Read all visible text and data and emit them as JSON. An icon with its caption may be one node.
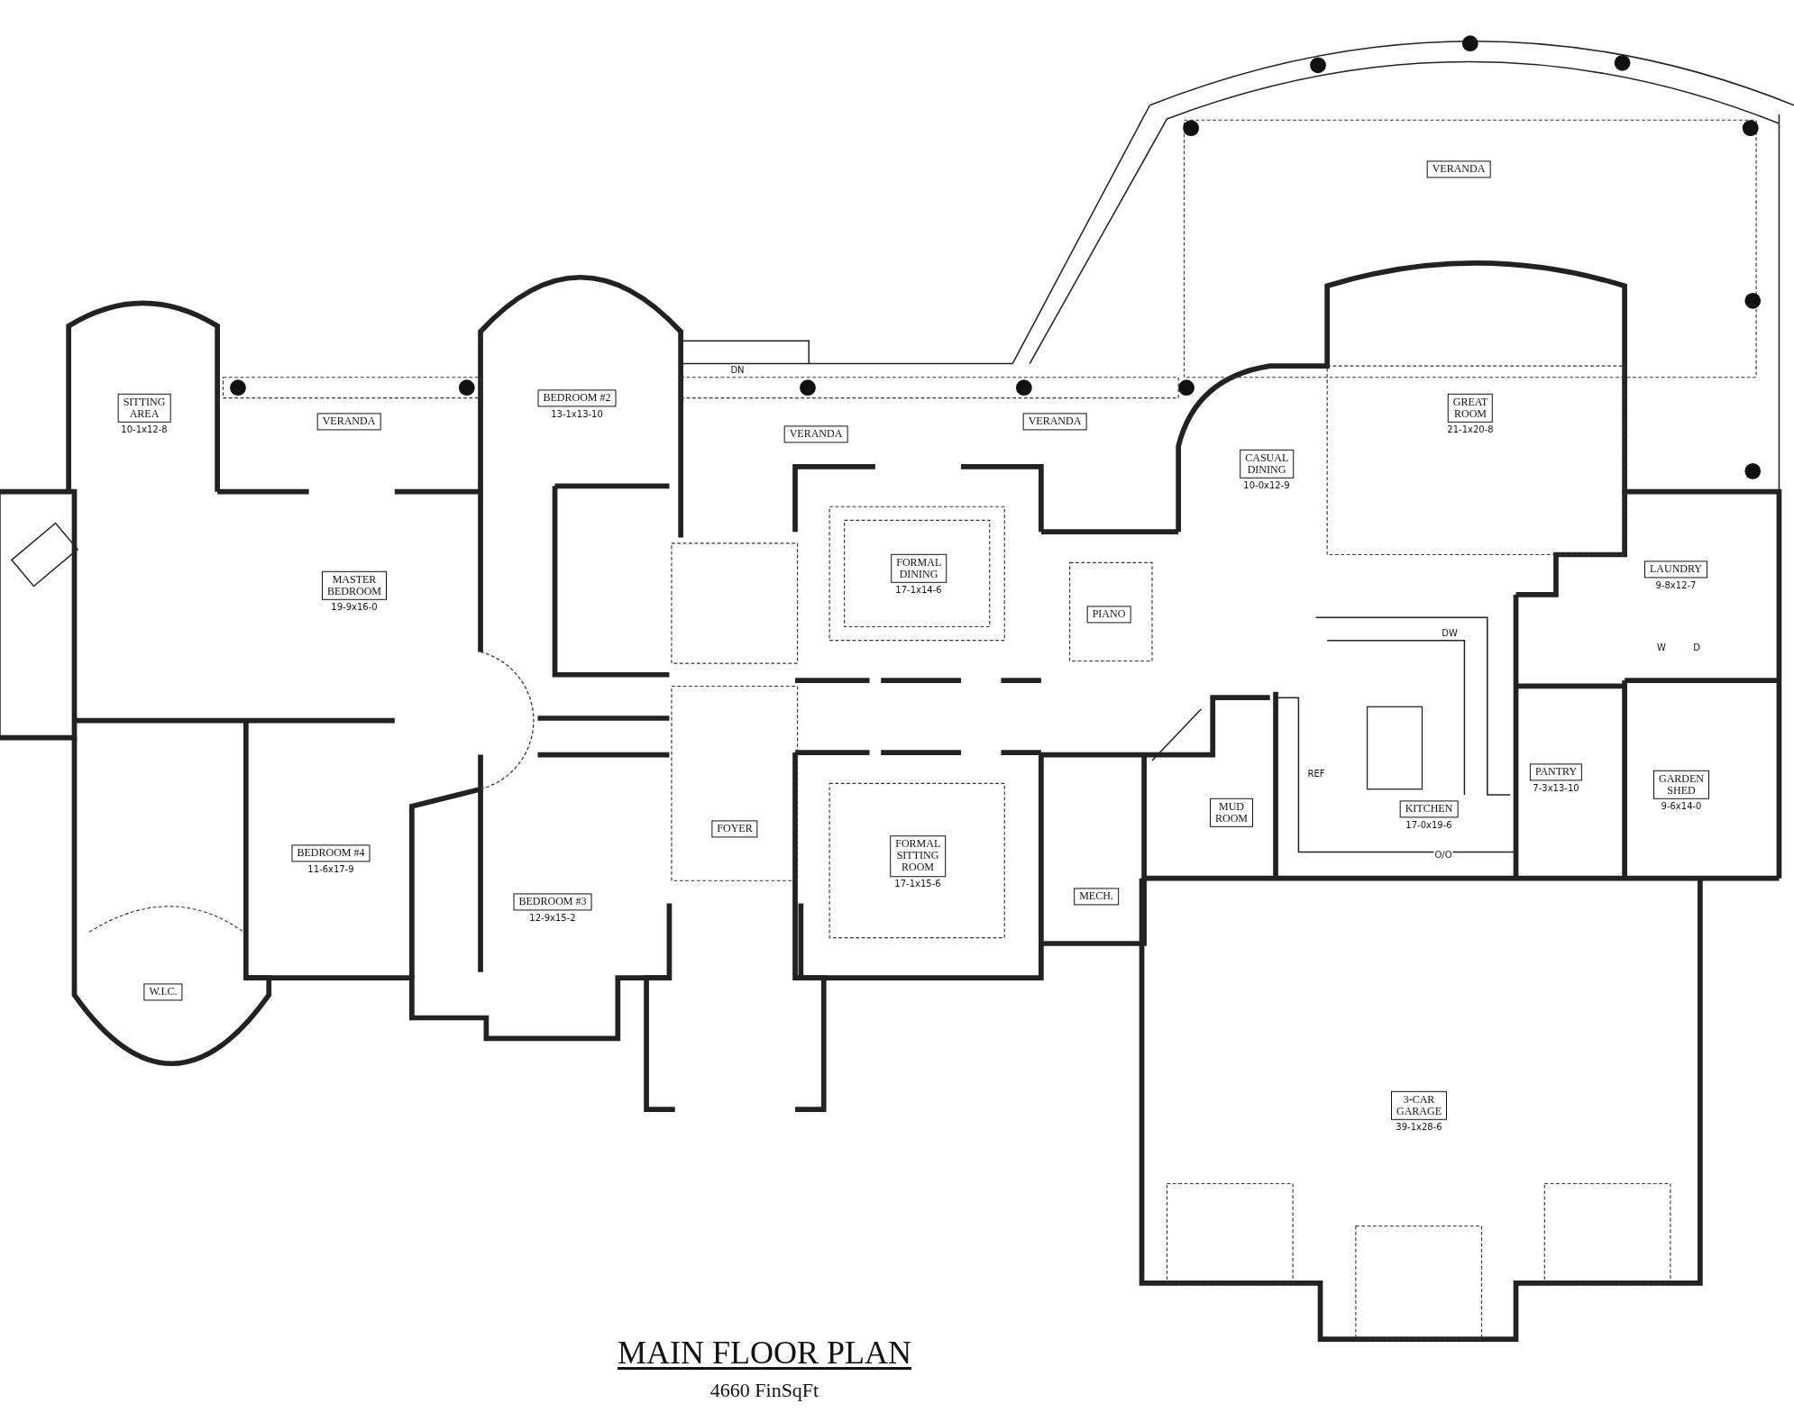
{
  "diagram": {
    "title": "MAIN FLOOR PLAN",
    "caption": "4660 FinSqFt",
    "nodes": [
      {
        "text": [
          "VERANDA"
        ]
      },
      {
        "text": [
          "SITTING AREA"
        ],
        "beside": [
          "10-1x12-8"
        ]
      },
      {
        "text": [
          "BEDROOM #2"
        ],
        "beside": [
          "13-1x13-10"
        ]
      },
      {
        "text": [
          "GREAT ROOM"
        ],
        "beside": [
          "21-1x20-8"
        ]
      },
      {
        "text": [
          "VERANDA"
        ]
      },
      {
        "text": [
          "VERANDA"
        ]
      },
      {
        "text": [
          "VERANDA"
        ]
      },
      {
        "text": [
          "CASUAL DINING"
        ],
        "beside": [
          "10-0x12-9"
        ]
      },
      {
        "text": [
          "LAUNDRY"
        ],
        "beside": [
          "9-8x12-7"
        ]
      },
      {
        "text": [
          "MASTER BEDROOM"
        ],
        "beside": [
          "19-9x16-0"
        ]
      },
      {
        "text": [
          "FORMAL DINING"
        ],
        "beside": [
          "17-1x14-6"
        ]
      },
      {
        "text": [
          "PIANO"
        ]
      },
      {
        "text": [
          "PANTRY"
        ],
        "beside": [
          "7-3x13-10"
        ]
      },
      {
        "text": [
          "GARDEN SHED"
        ],
        "beside": [
          "9-6x14-0"
        ]
      },
      {
        "text": [
          "KITCHEN"
        ],
        "beside": [
          "17-0x19-6"
        ]
      },
      {
        "text": [
          "MUD ROOM"
        ]
      },
      {
        "text": [
          "FOYER"
        ]
      },
      {
        "text": [
          "BEDROOM #4"
        ],
        "beside": [
          "11-6x17-9"
        ]
      },
      {
        "text": [
          "FORMAL SITTING ROOM"
        ],
        "beside": [
          "17-1x15-6"
        ]
      },
      {
        "text": [
          "MECH."
        ]
      },
      {
        "text": [
          "BEDROOM #3"
        ],
        "beside": [
          "12-9x15-2"
        ]
      },
      {
        "text": [
          "W.I.C."
        ]
      },
      {
        "text": [
          "3-CAR GARAGE"
        ],
        "beside": [
          "39-1x28-6"
        ]
      }
    ],
    "labels": [
      "DN",
      "DW",
      "W",
      "D",
      "REF",
      "O/O"
    ]
  }
}
